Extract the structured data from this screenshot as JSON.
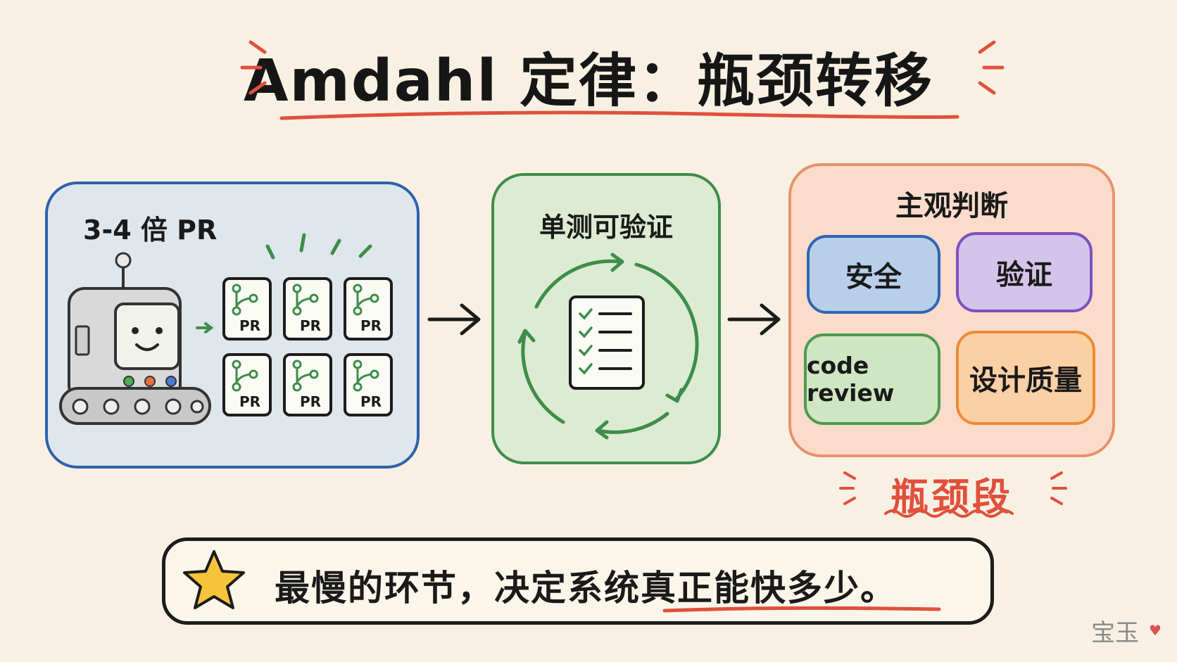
{
  "title": "Amdahl 定律：瓶颈转移",
  "left_panel": {
    "label": "3-4 倍 PR",
    "card_label": "PR",
    "card_count": 6
  },
  "middle_panel": {
    "label": "单测可验证"
  },
  "right_panel": {
    "label": "主观判断",
    "tiles": [
      "安全",
      "验证",
      "code review",
      "设计质量"
    ]
  },
  "bottleneck_label": "瓶颈段",
  "conclusion": "最慢的环节，决定系统真正能快多少。",
  "watermark": "宝玉",
  "colors": {
    "background": "#f8f1e3",
    "accent_red": "#e0503c",
    "blue": "#2d62ad",
    "green": "#3e8d4a",
    "orange": "#e8926b",
    "purple": "#7f4fc2"
  }
}
